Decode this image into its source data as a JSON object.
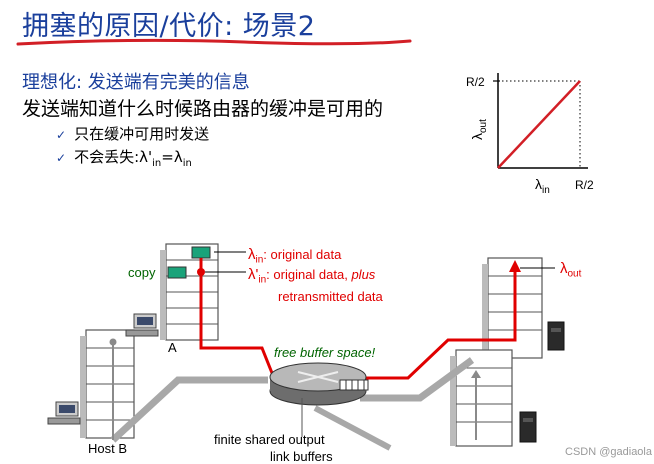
{
  "title": "拥塞的原因/代价: 场景2",
  "subtitle": "理想化: 发送端有完美的信息",
  "statement": "发送端知道什么时候路由器的缓冲是可用的",
  "bullets": [
    {
      "text": "只在缓冲可用时发送"
    },
    {
      "text_prefix": "不会丢失:λ'",
      "sub1": "in",
      "eq": "=λ",
      "sub2": "in"
    }
  ],
  "graph": {
    "y_top_label": "R/2",
    "x_right_label": "R/2",
    "y_axis_symbol": "λ",
    "y_axis_sub": "out",
    "x_axis_symbol": "λ",
    "x_axis_sub": "in"
  },
  "network": {
    "lambda_in_symbol": "λ",
    "lambda_in_sub": "in",
    "lambda_in_text": ": original data",
    "lambda_in_prime_symbol": "λ'",
    "lambda_in_prime_sub": "in",
    "lambda_in_prime_text": ": original data, ",
    "lambda_in_prime_italic": "plus",
    "retransmitted": "retransmitted data",
    "copy_label": "copy",
    "host_a": "A",
    "host_b": "Host B",
    "free_buffer": "free buffer space!",
    "lambda_out_symbol": "λ",
    "lambda_out_sub": "out",
    "finite_buffers_1": "finite shared output",
    "finite_buffers_2": "link buffers"
  },
  "watermark": "CSDN @gadiaola",
  "colors": {
    "title_blue": "#1a3f9c",
    "data_red": "#e00000",
    "free_green": "#006400",
    "buffer_teal": "#1aa37a"
  }
}
